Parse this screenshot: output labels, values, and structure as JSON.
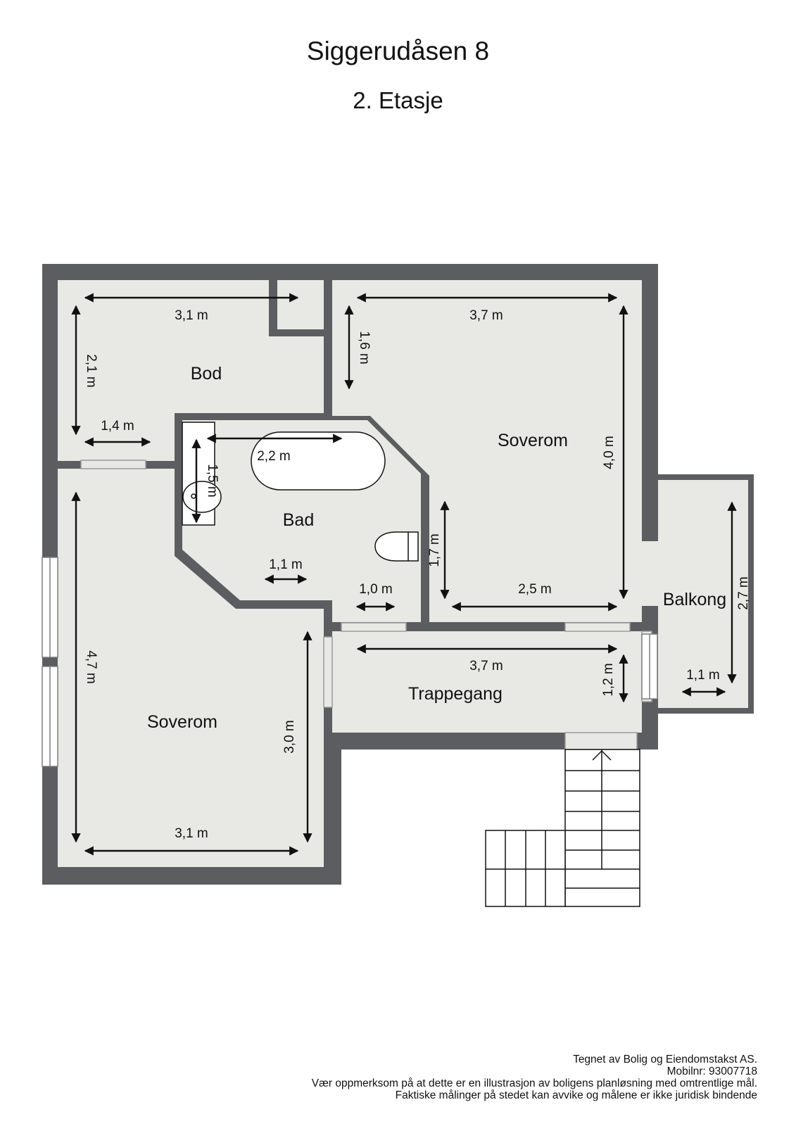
{
  "header": {
    "title": "Siggerudåsen 8",
    "subtitle": "2. Etasje"
  },
  "rooms": {
    "bod": "Bod",
    "bad": "Bad",
    "soverom_right": "Soverom",
    "soverom_left": "Soverom",
    "balkong": "Balkong",
    "trappegang": "Trappegang"
  },
  "dimensions": {
    "bod_width": "3,1 m",
    "bod_height": "2,1 m",
    "bod_opening": "1,4 m",
    "bad_tub": "2,2 m",
    "bad_sink": "1,5 m",
    "bad_floor": "1,1 m",
    "bad_door": "1,0 m",
    "soverom_right_width_top": "3,7 m",
    "soverom_right_height_top": "1,6 m",
    "soverom_right_height": "4,0 m",
    "soverom_right_height_low": "1,7 m",
    "soverom_right_width_bottom": "2,5 m",
    "balkong_height": "2,7 m",
    "balkong_width": "1,1 m",
    "trappegang_width": "3,7 m",
    "trappegang_height": "1,2 m",
    "soverom_left_height": "4,7 m",
    "soverom_left_height_inner": "3,0 m",
    "soverom_left_width": "3,1 m"
  },
  "footer": {
    "line1": "Tegnet av Bolig og Eiendomstakst AS.",
    "line2": "Mobilnr: 93007718",
    "line3": "Vær oppmerksom på at dette er en illustrasjon av boligens planløsning med omtrentlige mål.",
    "line4": "Faktiske målinger på stedet kan avvike og målene er ikke juridisk bindende"
  },
  "colors": {
    "wall": "#5b5d61",
    "floor": "#e8e9e4",
    "text": "#111111"
  }
}
